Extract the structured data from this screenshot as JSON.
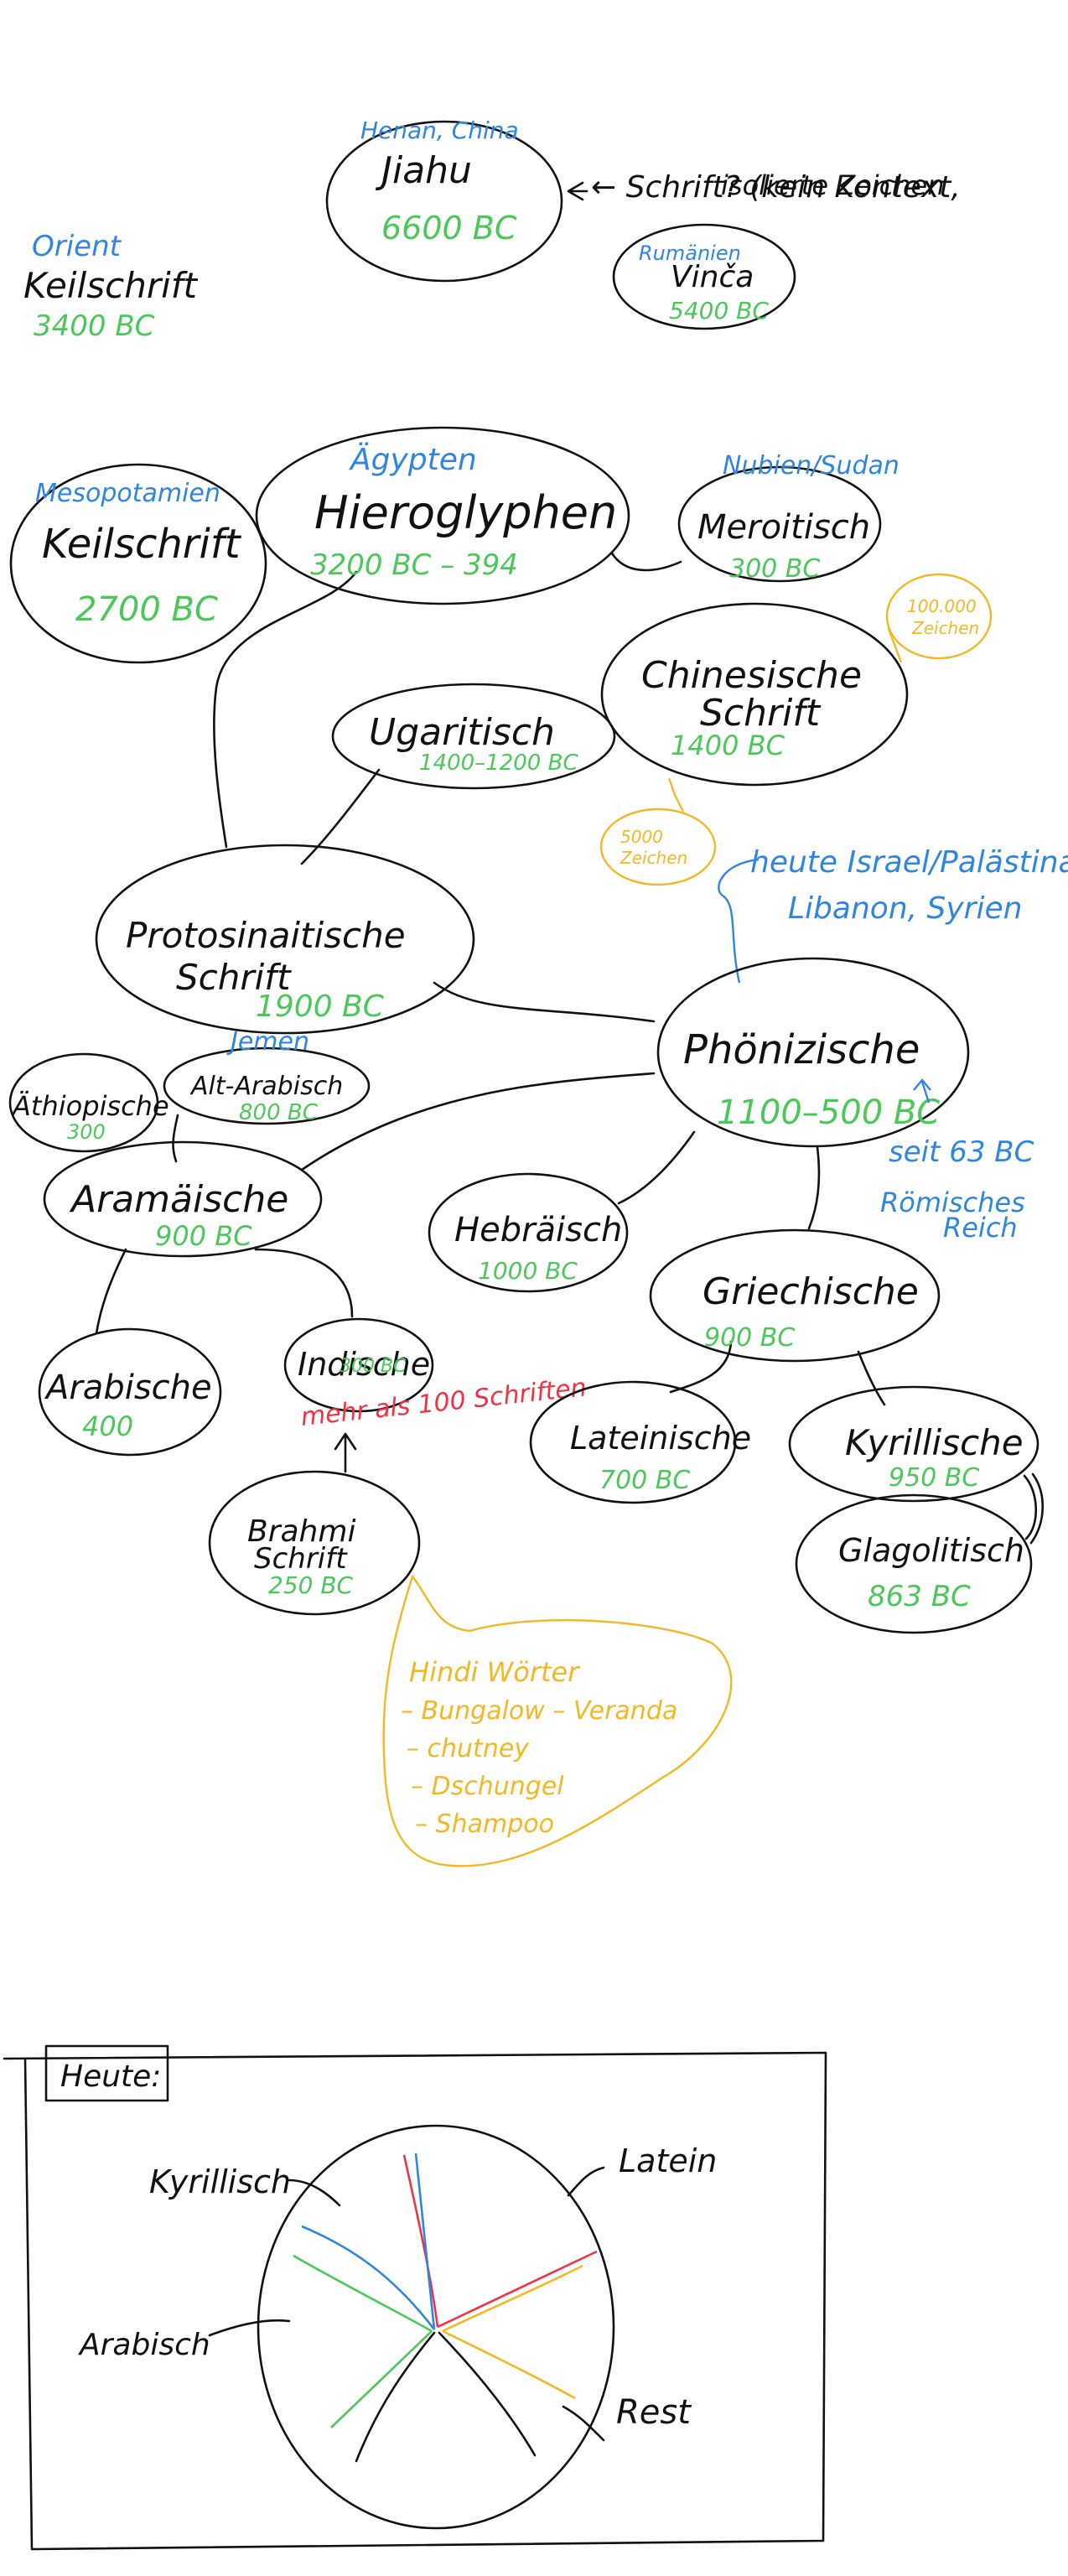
{
  "nodes": {
    "jiahu": {
      "region": "Henan, China",
      "name": "Jiahu",
      "date": "6600 BC"
    },
    "jiahu_note": {
      "line1": "← Schrift? (kein Kontext,",
      "line2": "isolierte Zeichen"
    },
    "vinca": {
      "region": "Rumänien",
      "name": "Vinča",
      "date": "5400 BC"
    },
    "orient": {
      "region": "Orient",
      "name": "Keilschrift",
      "date": "3400 BC"
    },
    "keil": {
      "region": "Mesopotamien",
      "name": "Keilschrift",
      "date": "2700 BC"
    },
    "hiero": {
      "region": "Ägypten",
      "name": "Hieroglyphen",
      "date": "3200 BC – 394"
    },
    "meroit": {
      "region": "Nubien/Sudan",
      "name": "Meroitisch",
      "date": "300 BC"
    },
    "chin": {
      "name1": "Chinesische",
      "name2": "Schrift",
      "date": "1400 BC",
      "note1a": "100.000",
      "note1b": "Zeichen",
      "note2a": "5000",
      "note2b": "Zeichen"
    },
    "ugar": {
      "name": "Ugaritisch",
      "date": "1400–1200 BC"
    },
    "israel": {
      "line1": "heute Israel/Palästina",
      "line2": "Libanon, Syrien"
    },
    "proto": {
      "name1": "Protosinaitische",
      "name2": "Schrift",
      "date": "1900 BC"
    },
    "phoen": {
      "name": "Phönizische",
      "date": "1100–500 BC"
    },
    "rom": {
      "line1": "seit 63 BC",
      "line2": "Römisches",
      "line3": "Reich"
    },
    "aethi": {
      "name": "Äthiopische",
      "date": "300"
    },
    "altar": {
      "region": "Jemen",
      "name": "Alt-Arabisch",
      "date": "800 BC"
    },
    "aram": {
      "name": "Aramäische",
      "date": "900 BC"
    },
    "hebr": {
      "name": "Hebräisch",
      "date": "1000 BC"
    },
    "griech": {
      "name": "Griechische",
      "date": "900 BC"
    },
    "arab": {
      "name": "Arabische",
      "date": "400"
    },
    "ind": {
      "name": "Indische",
      "date": "300 BC",
      "note": "mehr als 100 Schriften"
    },
    "latein": {
      "name": "Lateinische",
      "date": "700 BC"
    },
    "kyr": {
      "name": "Kyrillische",
      "date": "950 BC"
    },
    "glag": {
      "name": "Glagolitisch",
      "date": "863 BC"
    },
    "brahmi": {
      "name1": "Brahmi",
      "name2": "Schrift",
      "date": "250 BC"
    },
    "hindi": {
      "title": "Hindi Wörter",
      "w1": "– Bungalow – Veranda",
      "w2": "– chutney",
      "w3": "– Dschungel",
      "w4": "– Shampoo"
    }
  },
  "today": {
    "box_label": "Heute:",
    "labels": {
      "kyr": "Kyrillisch",
      "lat": "Latein",
      "arab": "Arabisch",
      "rest": "Rest"
    }
  },
  "colors": {
    "ink": "#111111",
    "blue": "#2f86e0",
    "green": "#4cc75a",
    "red": "#ee3344",
    "yellow": "#f2b825"
  }
}
